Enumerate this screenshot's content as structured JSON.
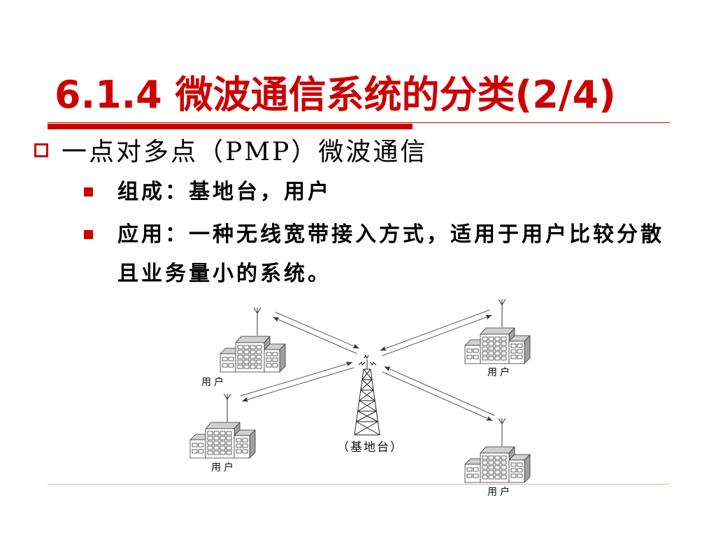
{
  "slide": {
    "title": "6.1.4 微波通信系统的分类(2/4)",
    "colors": {
      "title": "#CC0000",
      "title_rule": "#CC0000",
      "bullet": "#CC0000",
      "footer_rule": "#E8B4A4",
      "text": "#000000"
    },
    "bullet_l1": {
      "icon": "hollow-square-bullet-icon",
      "text": "一点对多点（PMP）微波通信"
    },
    "bullets_l2": [
      {
        "icon": "filled-square-bullet-icon",
        "lines": [
          "组成：基地台，用户"
        ]
      },
      {
        "icon": "filled-square-bullet-icon",
        "lines": [
          "应用：一种无线宽带接入方式，适用于用户比较分散",
          "且业务量小的系统。"
        ]
      }
    ]
  },
  "diagram": {
    "base_station": {
      "label": "（基地台）",
      "icon": "lattice-tower-icon",
      "antenna_icon": "radio-antenna-icon"
    },
    "users": [
      {
        "label": "用户",
        "icon": "office-building-icon",
        "antenna_icon": "antenna-icon"
      },
      {
        "label": "用户",
        "icon": "office-building-icon",
        "antenna_icon": "antenna-icon"
      },
      {
        "label": "用户",
        "icon": "office-building-icon",
        "antenna_icon": "antenna-icon"
      },
      {
        "label": "用户",
        "icon": "office-building-icon",
        "antenna_icon": "antenna-icon"
      }
    ],
    "link_icon": "bidirectional-arrow-icon"
  }
}
